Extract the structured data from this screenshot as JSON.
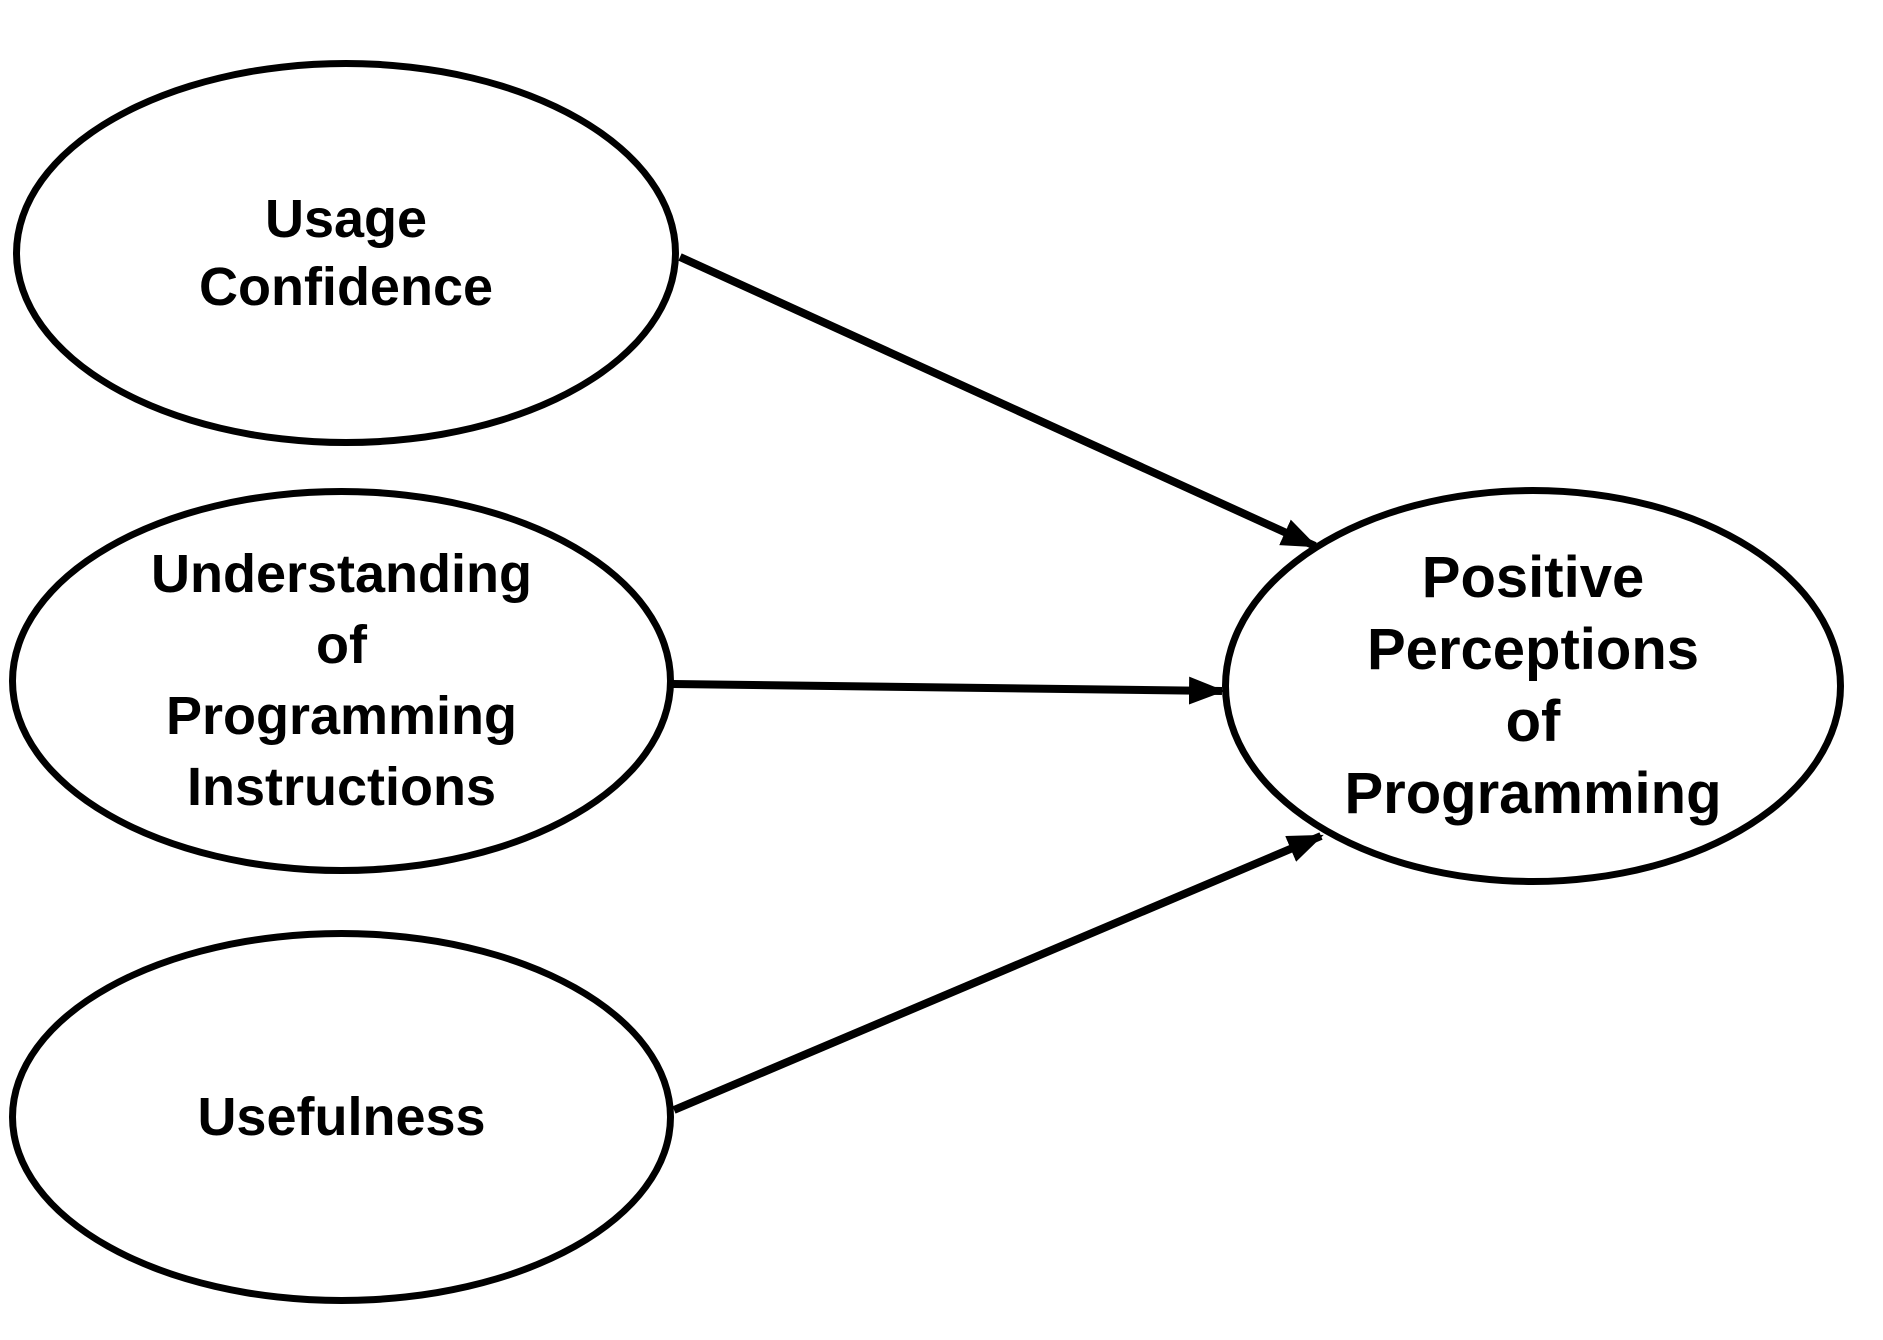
{
  "diagram": {
    "type": "path-model",
    "background_color": "#ffffff",
    "stroke_color": "#000000",
    "nodes": [
      {
        "id": "usage-confidence",
        "label": "Usage Confidence",
        "lines": [
          "Usage",
          "Confidence"
        ]
      },
      {
        "id": "understanding",
        "label": "Understanding of Programming Instructions",
        "lines": [
          "Understanding",
          "of",
          "Programming",
          "Instructions"
        ]
      },
      {
        "id": "usefulness",
        "label": "Usefulness",
        "lines": [
          "Usefulness"
        ]
      },
      {
        "id": "positive-perceptions",
        "label": "Positive Perceptions of Programming",
        "lines": [
          "Positive",
          "Perceptions",
          "of",
          "Programming"
        ]
      }
    ],
    "edges": [
      {
        "from": "Usage Confidence",
        "to": "Positive Perceptions of Programming"
      },
      {
        "from": "Understanding of Programming Instructions",
        "to": "Positive Perceptions of Programming"
      },
      {
        "from": "Usefulness",
        "to": "Positive Perceptions of Programming"
      }
    ]
  }
}
